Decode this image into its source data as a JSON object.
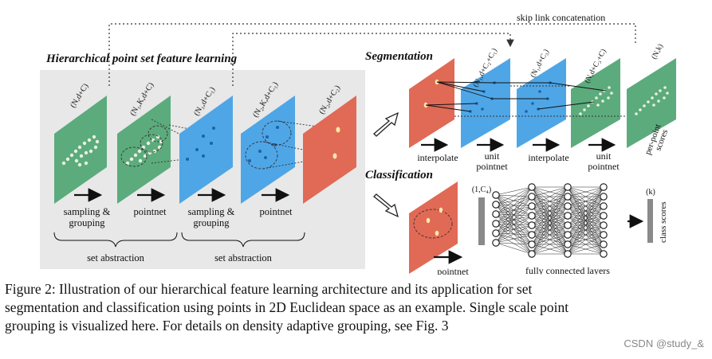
{
  "colors": {
    "green": "#5cab7d",
    "blue": "#4fa6e6",
    "red": "#e06a56",
    "panel_bg": "#e8e8e8",
    "dot_yellow": "#ffe9a8",
    "dot_blue": "#1a63a8"
  },
  "diagram": {
    "skip_label": "skip link concatenation",
    "hier_title": "Hierarchical point set feature learning",
    "seg_title": "Segmentation",
    "cls_title": "Classification",
    "hier_dims": [
      "(N,d+C)",
      "(N₁,K,d+C)",
      "(N₁,d+C₁)",
      "(N₂,K,d+C₁)",
      "(N₂,d+C₂)"
    ],
    "hier_ops": {
      "op1_line1": "sampling &",
      "op1_line2": "grouping",
      "op2": "pointnet",
      "op3_line1": "sampling &",
      "op3_line2": "grouping",
      "op4": "pointnet"
    },
    "set_abstraction_1": "set abstraction",
    "set_abstraction_2": "set abstraction",
    "seg_dims": [
      "(N₁,d+C₂+C₁)",
      "(N₁,d+C₃)",
      "(N,d+C₃+C)",
      "(N,k)"
    ],
    "seg_ops": {
      "interpolate_1": "interpolate",
      "unit1_line1": "unit",
      "unit1_line2": "pointnet",
      "interpolate_2": "interpolate",
      "unit2_line1": "unit",
      "unit2_line2": "pointnet",
      "scores_line1": "per-point",
      "scores_line2": "scores"
    },
    "cls": {
      "pointnet": "pointnet",
      "vec_dim": "(1,C₄)",
      "fc_label": "fully connected layers",
      "out_dim": "(k)",
      "class_scores": "class scores"
    }
  },
  "caption": {
    "line1": "Figure 2: Illustration of our hierarchical feature learning architecture and its application for set",
    "line2": "segmentation and classification using points in 2D Euclidean space as an example. Single scale point",
    "line3": "grouping is visualized here. For details on density adaptive grouping, see Fig. 3"
  },
  "watermark": "CSDN @study_&"
}
